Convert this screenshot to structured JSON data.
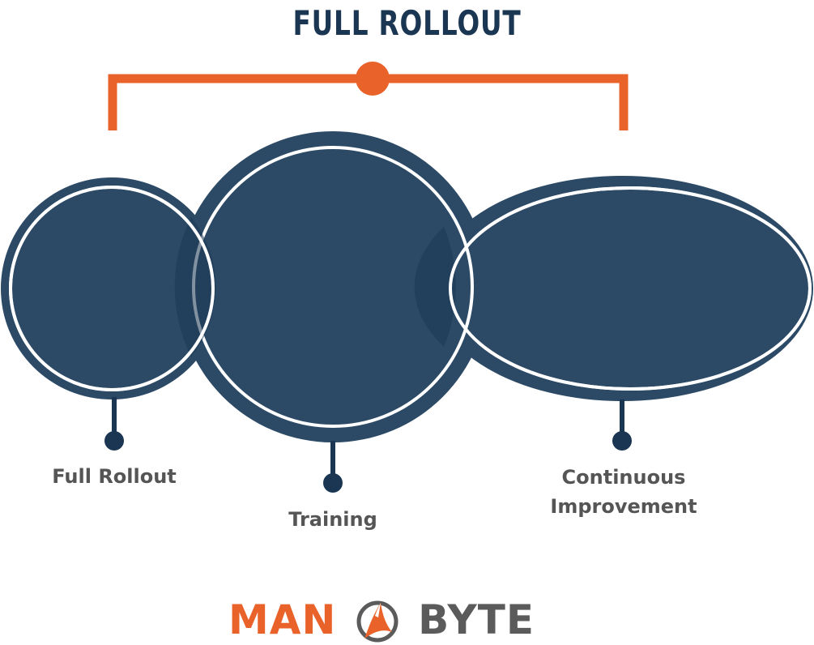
{
  "diagram": {
    "title": "FULL ROLLOUT",
    "stages": [
      {
        "id": "full-rollout",
        "label": "Full Rollout"
      },
      {
        "id": "training",
        "label": "Training"
      },
      {
        "id": "continuous-improvement",
        "label_line1": "Continuous",
        "label_line2": "Improvement"
      }
    ]
  },
  "logo": {
    "left_text": "MAN",
    "right_text": "BYTE",
    "icon": "shark-fin-icon"
  },
  "colors": {
    "navy": "#2c4a66",
    "navy_dark": "#1b3652",
    "orange": "#e8622a",
    "text_gray": "#555555",
    "logo_gray": "#5b5b5b",
    "white": "#ffffff"
  }
}
